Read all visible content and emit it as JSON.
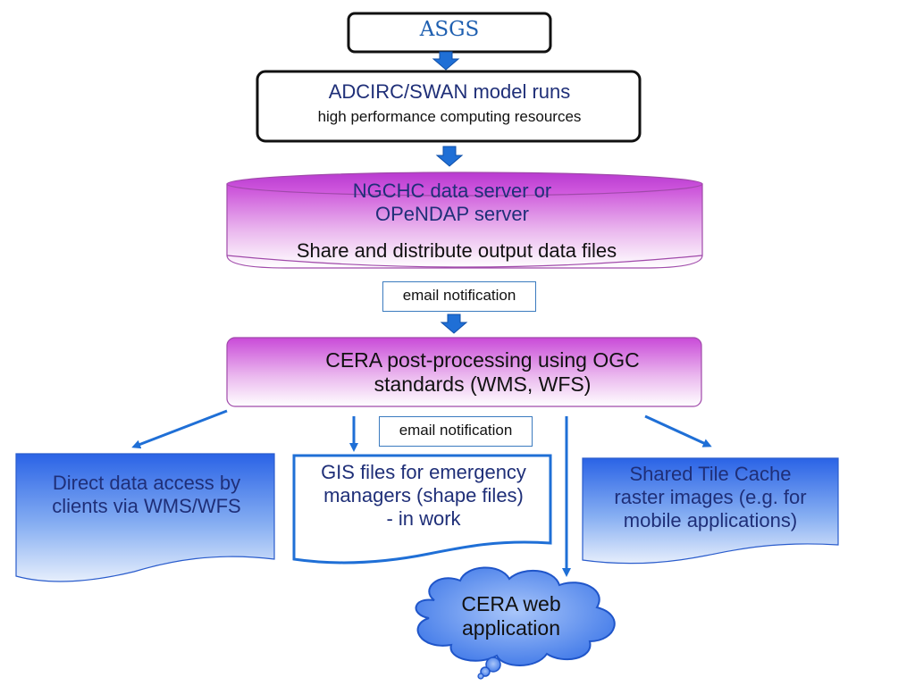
{
  "asgs": {
    "label": "ASGS"
  },
  "adcirc": {
    "title": "ADCIRC/SWAN model runs",
    "subtitle": "high performance computing resources"
  },
  "ngchc": {
    "title_lines": [
      "NGCHC data server or",
      "OPeNDAP server"
    ],
    "subtitle": "Share and distribute output data files"
  },
  "notifications": {
    "first": "email notification",
    "second": "email notification"
  },
  "cera_post": {
    "lines": [
      "CERA post-processing using OGC",
      "standards (WMS, WFS)"
    ]
  },
  "outputs": {
    "direct": {
      "lines": [
        "Direct data access by",
        "clients via WMS/WFS"
      ]
    },
    "gis": {
      "lines": [
        "GIS files for emergency",
        "managers (shape files)",
        "- in work"
      ]
    },
    "tile": {
      "lines": [
        "Shared Tile Cache",
        "raster images (e.g. for",
        "mobile applications)"
      ]
    },
    "web": {
      "lines": [
        "CERA web",
        "application"
      ]
    }
  },
  "colors": {
    "box_border": "#111111",
    "arrow": "#1f6fd6",
    "magenta_top": "#c94ad8",
    "magenta_bottom": "#ffffff",
    "doc_blue": "#2f6de8",
    "doc_light": "#dde8fb",
    "cloud_fill": "#5b8ff0",
    "text_navy": "#1f2f78"
  }
}
